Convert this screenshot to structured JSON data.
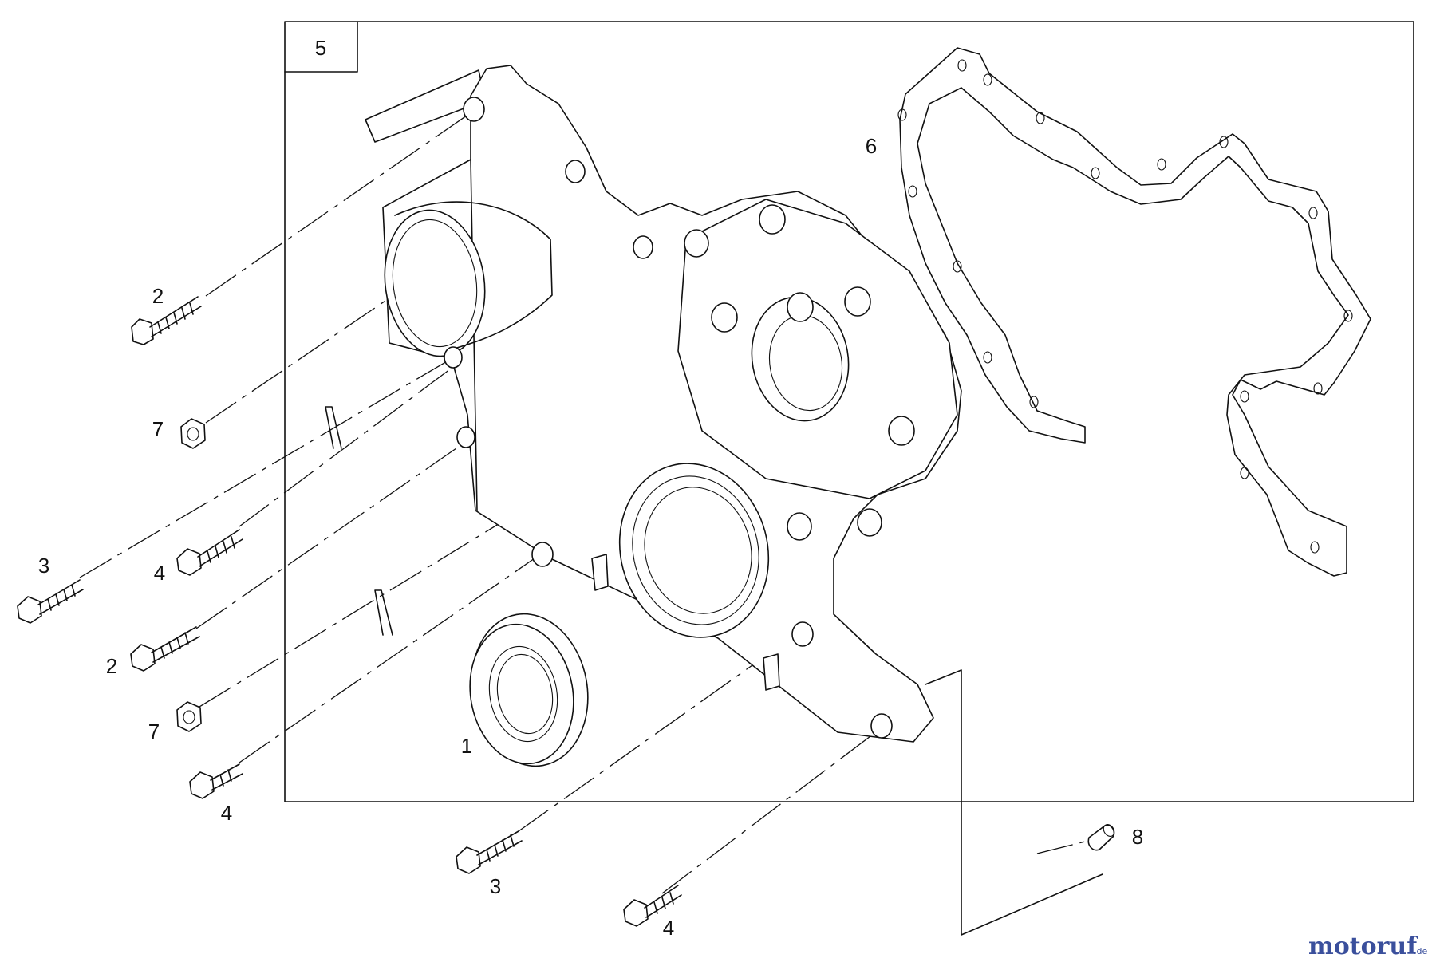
{
  "diagram": {
    "callouts": {
      "frame_part": "5",
      "seal": "1",
      "gasket": "6",
      "pin": "8",
      "left_bolt_2_upper": "2",
      "left_nut_7_upper": "7",
      "left_bolt_3": "3",
      "left_bolt_4_upper": "4",
      "left_bolt_2_lower": "2",
      "left_nut_7_lower": "7",
      "left_bolt_4_lower": "4",
      "bottom_bolt_3": "3",
      "bottom_bolt_4": "4"
    },
    "watermark": {
      "main": "motoruf",
      "suffix": ".de"
    },
    "colors": {
      "line": "#111111",
      "background": "#ffffff",
      "logo_blue": "#3a4f9c",
      "logo_orange": "#e8862a"
    }
  }
}
